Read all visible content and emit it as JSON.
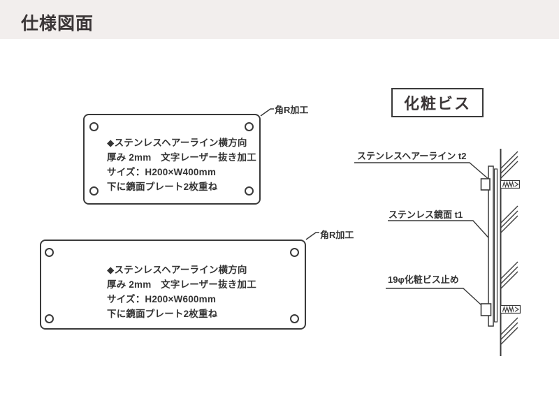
{
  "header": {
    "title": "仕様図面"
  },
  "plates": [
    {
      "corner_label": "角R加工",
      "lines": [
        "◆ステンレスヘアーライン横方向",
        "厚み 2mm　文字レーザー抜き加工",
        "サイズ：H200×W400mm",
        "下に鏡面プレート2枚重ね"
      ]
    },
    {
      "corner_label": "角R加工",
      "lines": [
        "◆ステンレスヘアーライン横方向",
        "厚み 2mm　文字レーザー抜き加工",
        "サイズ：H200×W600mm",
        "下に鏡面プレート2枚重ね"
      ]
    }
  ],
  "detail": {
    "box_title": "化粧ビス",
    "label_hairline": "ステンレスヘアーライン t2",
    "label_mirror": "ステンレス鏡面 t1",
    "label_screw": "19φ化粧ビス止め"
  },
  "colors": {
    "header_bg": "#f2eeed",
    "line": "#3a3a3a",
    "text": "#333333"
  }
}
